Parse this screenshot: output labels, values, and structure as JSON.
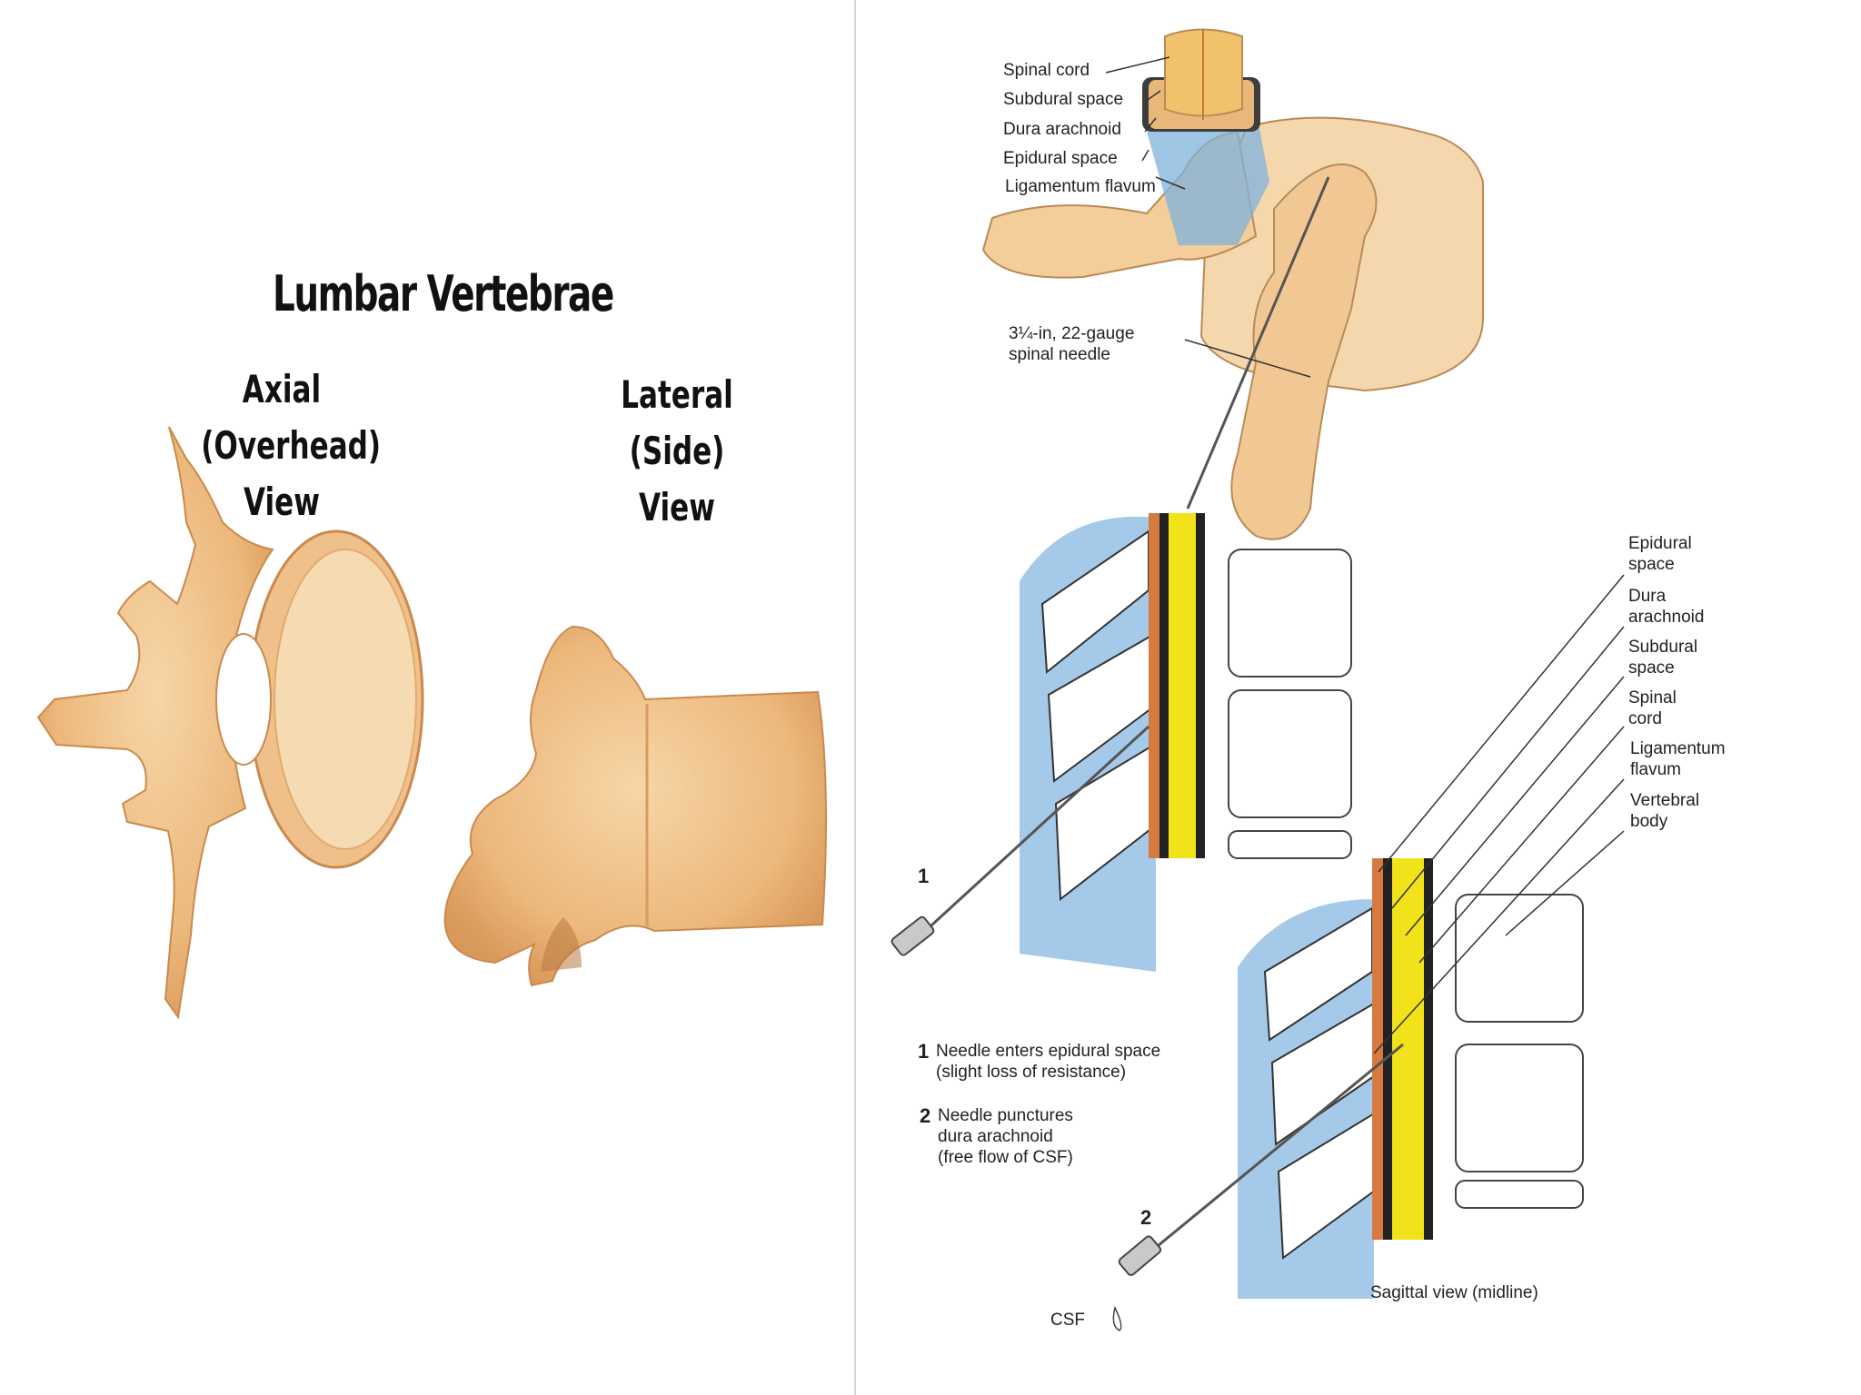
{
  "left": {
    "title": "Lumbar Vertebrae",
    "axial_label": [
      "Axial",
      "(Overhead)",
      "View"
    ],
    "lateral_label": [
      "Lateral",
      "(Side)",
      "View"
    ]
  },
  "right": {
    "top_labels": {
      "spinal_cord": "Spinal cord",
      "subdural_space": "Subdural space",
      "dura_arachnoid": "Dura arachnoid",
      "epidural_space": "Epidural space",
      "ligamentum_flavum": "Ligamentum flavum",
      "needle": [
        "3¼-in, 22-gauge",
        "spinal needle"
      ]
    },
    "side_labels": [
      [
        "Epidural",
        "space"
      ],
      [
        "Dura",
        "arachnoid"
      ],
      [
        "Subdural",
        "space"
      ],
      [
        "Spinal",
        "cord"
      ],
      [
        "Ligamentum",
        "flavum"
      ],
      [
        "Vertebral",
        "body"
      ]
    ],
    "step_numbers": [
      "1",
      "2"
    ],
    "captions": [
      {
        "num": "1",
        "lines": [
          "Needle enters epidural space",
          "(slight loss of resistance)"
        ]
      },
      {
        "num": "2",
        "lines": [
          "Needle punctures",
          "dura arachnoid",
          "(free flow of CSF)"
        ]
      }
    ],
    "sagittal_caption": "Sagittal view (midline)",
    "csf_label": "CSF"
  },
  "colors": {
    "bone": "#eab477",
    "bone_light": "#f5d2a2",
    "ligament_blue": "#6fa9da",
    "cord_yellow": "#f2e21a",
    "dura_orange": "#d77a40"
  }
}
